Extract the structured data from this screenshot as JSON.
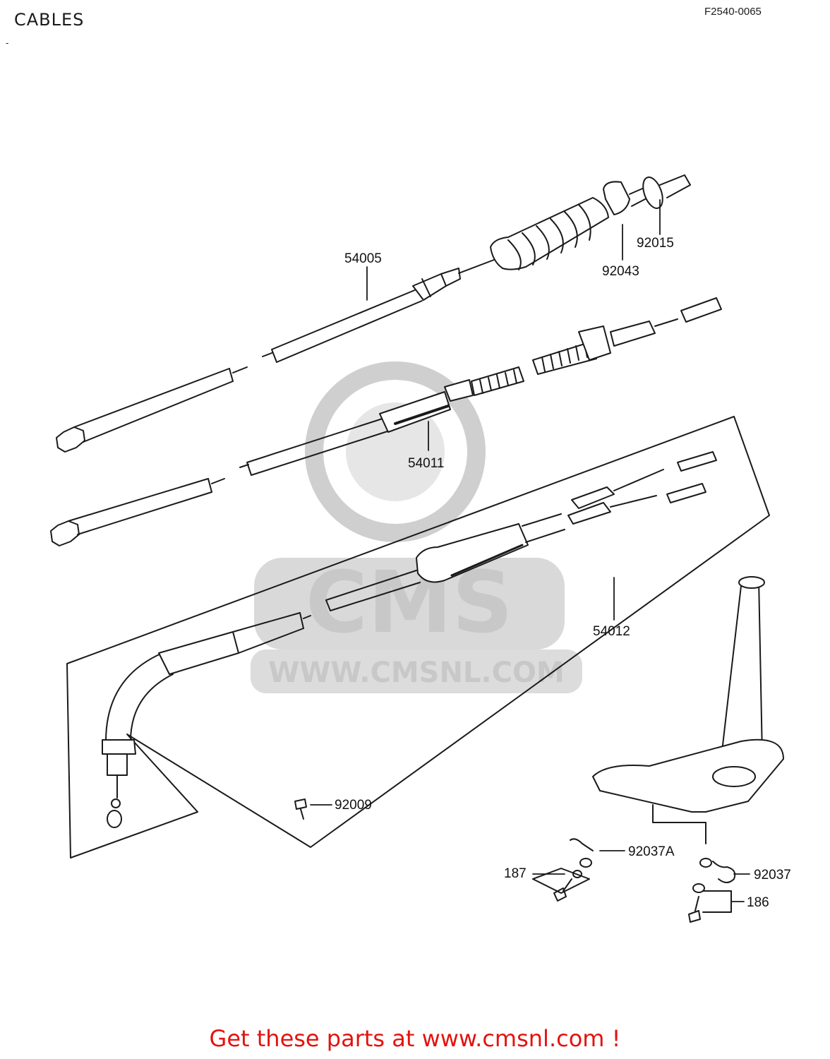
{
  "header": {
    "title": "CABLES",
    "reference": "F2540-0065",
    "dash": "-"
  },
  "parts": [
    {
      "id": "54005",
      "label": "54005"
    },
    {
      "id": "92015",
      "label": "92015"
    },
    {
      "id": "92043",
      "label": "92043"
    },
    {
      "id": "54011",
      "label": "54011"
    },
    {
      "id": "54012",
      "label": "54012"
    },
    {
      "id": "92009",
      "label": "92009"
    },
    {
      "id": "92037A",
      "label": "92037A"
    },
    {
      "id": "187",
      "label": "187"
    },
    {
      "id": "92037",
      "label": "92037"
    },
    {
      "id": "186",
      "label": "186"
    }
  ],
  "watermark": {
    "brand": "CMS",
    "url": "WWW.CMSNL.COM",
    "color": "#c8c8c8"
  },
  "footer": {
    "link_text": "Get these parts at www.cmsnl.com !",
    "color": "#e3130f"
  }
}
